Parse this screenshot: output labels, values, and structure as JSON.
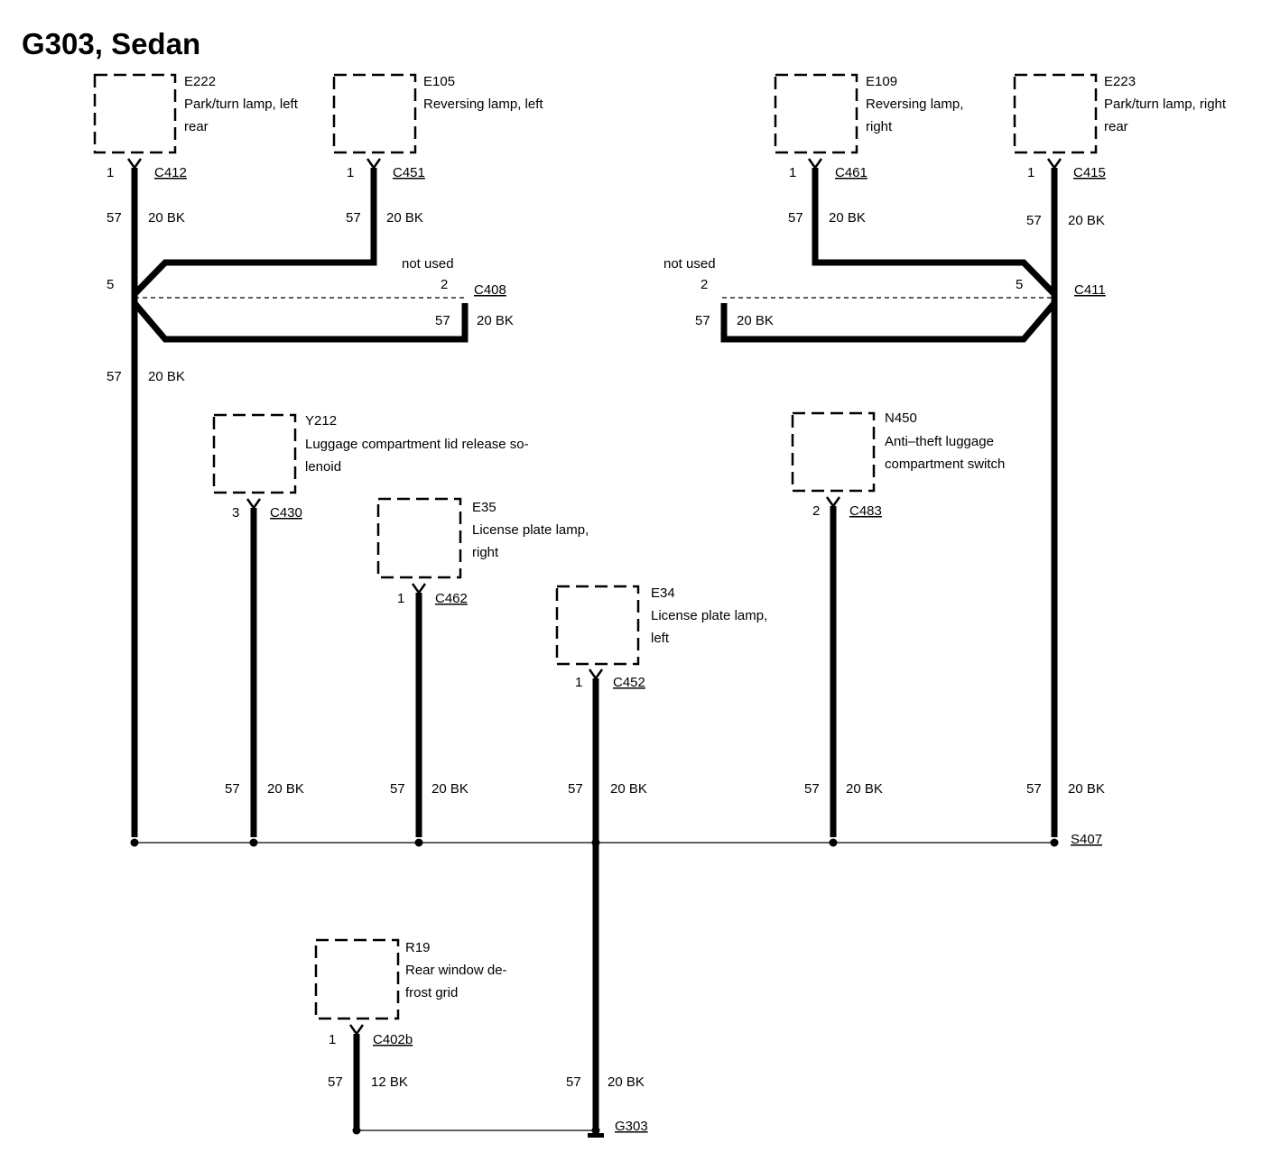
{
  "title": "G303, Sedan",
  "components": {
    "e222": {
      "id": "E222",
      "l1": "Park/turn lamp, left",
      "l2": "rear"
    },
    "e105": {
      "id": "E105",
      "l1": "Reversing lamp, left"
    },
    "e109": {
      "id": "E109",
      "l1": "Reversing lamp,",
      "l2": "right"
    },
    "e223": {
      "id": "E223",
      "l1": "Park/turn lamp, right",
      "l2": "rear"
    },
    "y212": {
      "id": "Y212",
      "l1": "Luggage compartment lid release so-",
      "l2": "lenoid"
    },
    "n450": {
      "id": "N450",
      "l1": "Anti–theft luggage",
      "l2": "compartment switch"
    },
    "e35": {
      "id": "E35",
      "l1": "License plate lamp,",
      "l2": "right"
    },
    "e34": {
      "id": "E34",
      "l1": "License plate lamp,",
      "l2": "left"
    },
    "r19": {
      "id": "R19",
      "l1": "Rear window de-",
      "l2": "frost grid"
    }
  },
  "connectors": {
    "c412": {
      "name": "C412",
      "pin": "1"
    },
    "c451": {
      "name": "C451",
      "pin": "1"
    },
    "c461": {
      "name": "C461",
      "pin": "1"
    },
    "c415": {
      "name": "C415",
      "pin": "1"
    },
    "c408": {
      "name": "C408",
      "pin_a": "5",
      "pin_b": "2",
      "note": "not used"
    },
    "c411": {
      "name": "C411",
      "pin_a": "5",
      "pin_b": "2",
      "note": "not used"
    },
    "c430": {
      "name": "C430",
      "pin": "3"
    },
    "c483": {
      "name": "C483",
      "pin": "2"
    },
    "c462": {
      "name": "C462",
      "pin": "1"
    },
    "c452": {
      "name": "C452",
      "pin": "1"
    },
    "c402b": {
      "name": "C402b",
      "pin": "1"
    }
  },
  "wire": {
    "circuit": "57",
    "spec": "20 BK",
    "spec_r19": "12 BK"
  },
  "splice": "S407",
  "ground": "G303"
}
